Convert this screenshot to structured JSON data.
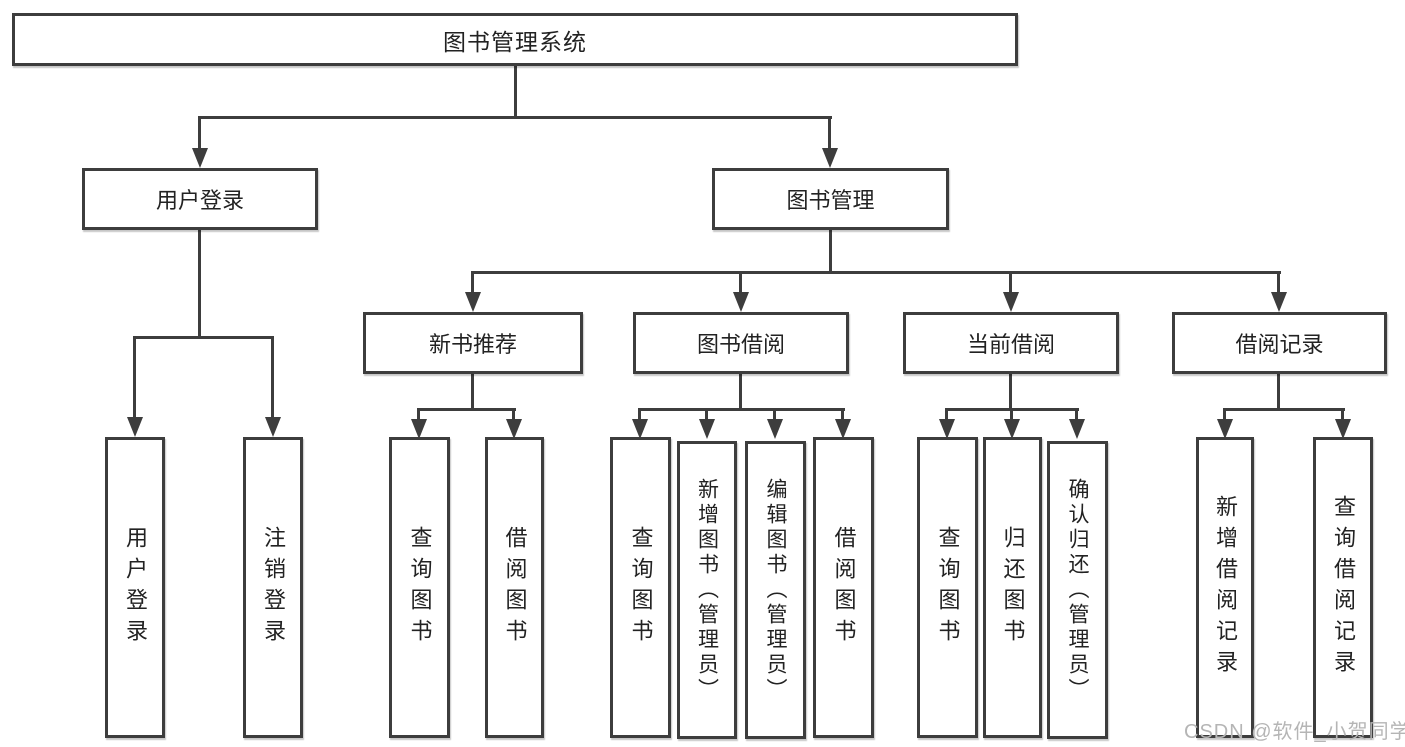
{
  "colors": {
    "line": "#3d3d3d",
    "text": "#222222",
    "watermark": "#b5b5b5",
    "bg": "#ffffff"
  },
  "watermark": {
    "text": "CSDN @软件_小贺同学"
  },
  "tree": {
    "root": {
      "label": "图书管理系统",
      "children": [
        {
          "label": "用户登录",
          "children": [
            {
              "label": "用户登录"
            },
            {
              "label": "注销登录"
            }
          ]
        },
        {
          "label": "图书管理",
          "children": [
            {
              "label": "新书推荐",
              "children": [
                {
                  "label": "查询图书"
                },
                {
                  "label": "借阅图书"
                }
              ]
            },
            {
              "label": "图书借阅",
              "children": [
                {
                  "label": "查询图书"
                },
                {
                  "label": "新增图书（管理员）"
                },
                {
                  "label": "编辑图书（管理员）"
                },
                {
                  "label": "借阅图书"
                }
              ]
            },
            {
              "label": "当前借阅",
              "children": [
                {
                  "label": "查询图书"
                },
                {
                  "label": "归还图书"
                },
                {
                  "label": "确认归还（管理员）"
                }
              ]
            },
            {
              "label": "借阅记录",
              "children": [
                {
                  "label": "新增借阅记录"
                },
                {
                  "label": "查询借阅记录"
                }
              ]
            }
          ]
        }
      ]
    }
  }
}
